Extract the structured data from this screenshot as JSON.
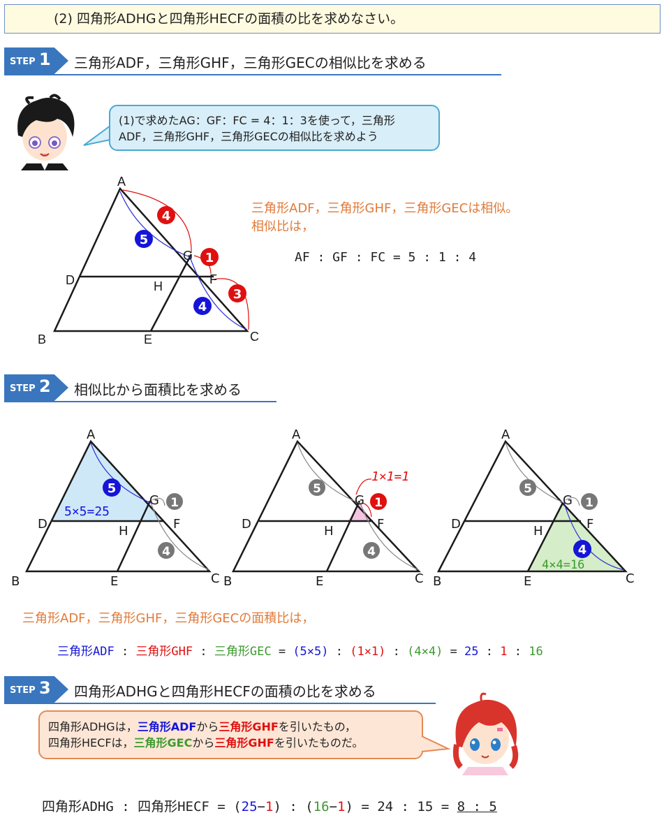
{
  "question": "(2) 四角形ADHGと四角形HECFの面積の比を求めなさい。",
  "steps": [
    {
      "label": "STEP",
      "num": "1",
      "title": "三角形ADF，三角形GHF，三角形GECの相似比を求める"
    },
    {
      "label": "STEP",
      "num": "2",
      "title": "相似比から面積比を求める"
    },
    {
      "label": "STEP",
      "num": "3",
      "title": "四角形ADHGと四角形HECFの面積の比を求める"
    }
  ],
  "bubble1": {
    "line1": "(1)で求めたAG：GF：FC = 4：1：3を使って，三角形",
    "line2": "ADF，三角形GHF，三角形GECの相似比を求めよう"
  },
  "step1_text": {
    "line1": "三角形ADF，三角形GHF，三角形GECは相似。",
    "line2": "相似比は，",
    "ratio": "AF : GF : FC = 5 : 1 : 4"
  },
  "points": {
    "A": "A",
    "B": "B",
    "C": "C",
    "D": "D",
    "E": "E",
    "F": "F",
    "G": "G",
    "H": "H"
  },
  "markers": {
    "n1": "1",
    "n3": "3",
    "n4": "4",
    "n5": "5"
  },
  "fig2_labels": {
    "adf": "5×5=25",
    "ghf": "1×1=1",
    "gec": "4×4=16"
  },
  "area_intro": "三角形ADF，三角形GHF，三角形GECの面積比は，",
  "area_ratio": {
    "t1": "三角形ADF",
    "sep": " : ",
    "t2": "三角形GHF",
    "t3": "三角形GEC",
    "eq": " = ",
    "p1": "(5×5)",
    "p2": "(1×1)",
    "p3": "(4×4)",
    "eq2": " = ",
    "v1": "25",
    "v2": "1",
    "v3": "16"
  },
  "bubble2": {
    "a1": "四角形ADHGは，",
    "a2": "三角形ADF",
    "a3": "から",
    "a4": "三角形GHF",
    "a5": "を引いたもの，",
    "b1": "四角形HECFは，",
    "b2": "三角形GEC",
    "b3": "から",
    "b4": "三角形GHF",
    "b5": "を引いたものだ。"
  },
  "final": {
    "q1": "四角形ADHG",
    "sep": " : ",
    "q2": "四角形HECF",
    "eq": " = ",
    "o1": "(",
    "n25": "25",
    "minus1": "−",
    "n1a": "1",
    "c1": ")",
    "colon": " : ",
    "o2": "(",
    "n16": "16",
    "minus2": "−",
    "n1b": "1",
    "c2": ")",
    "eq2": " = 24 : 15 = ",
    "answer": "8 : 5"
  },
  "colors": {
    "step": "#3a76bd",
    "blue": "#1515d8",
    "red": "#e01010",
    "green": "#3c9a2e",
    "orange": "#e07b39"
  }
}
